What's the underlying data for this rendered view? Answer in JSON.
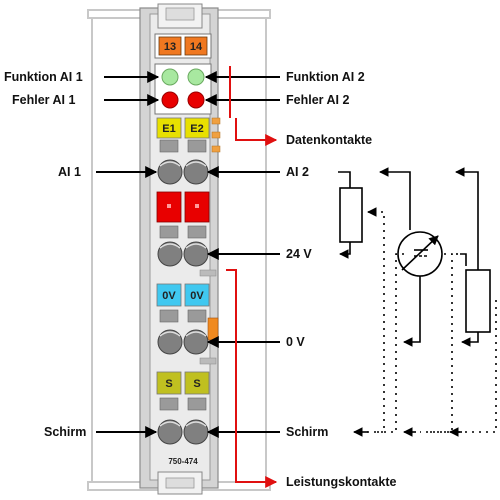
{
  "module": {
    "terminal_top": [
      "13",
      "14"
    ],
    "e_labels": [
      "E1",
      "E2"
    ],
    "ov_labels": [
      "0V",
      "0V"
    ],
    "s_labels": [
      "S",
      "S"
    ],
    "model": "750-474"
  },
  "labels": {
    "funktion_ai1": "Funktion AI 1",
    "fehler_ai1": "Fehler AI 1",
    "ai1": "AI 1",
    "schirm_left": "Schirm",
    "funktion_ai2": "Funktion AI 2",
    "fehler_ai2": "Fehler AI 2",
    "datenkontakte": "Datenkontakte",
    "ai2": "AI 2",
    "v24": "24 V",
    "v0": "0 V",
    "schirm_right": "Schirm",
    "leistungskontakte": "Leistungskontakte"
  },
  "colors": {
    "orange": "#f07820",
    "green_led": "#a8e8a0",
    "red_led": "#e80000",
    "yellow": "#e8e000",
    "cyan": "#40c8f0",
    "olive": "#c0c020",
    "red_line": "#e01010",
    "housing": "#e6e6e6"
  }
}
